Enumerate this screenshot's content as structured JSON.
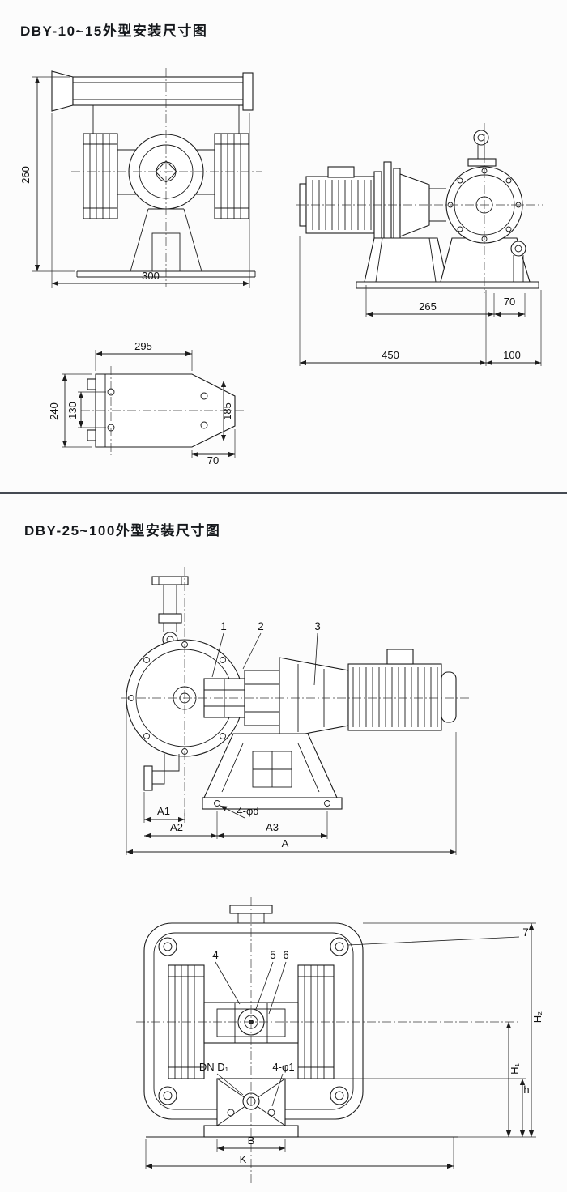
{
  "page": {
    "bg_color": "#fcfcfc",
    "divider_color": "#454a52",
    "line_color": "#1c1c1c"
  },
  "section1": {
    "title": "DBY-10~15外型安装尺寸图",
    "front": {
      "dim_height": "260",
      "dim_width": "300"
    },
    "side": {
      "dim_depth": "265",
      "dim_offset": "70",
      "dim_length": "450",
      "dim_overhang": "100"
    },
    "plan": {
      "dim_width": "295",
      "dim_height": "240",
      "dim_hole_span": "130",
      "dim_right": "185",
      "dim_chamfer": "70"
    }
  },
  "section2": {
    "title": "DBY-25~100外型安装尺寸图",
    "side": {
      "callout_1": "1",
      "callout_2": "2",
      "callout_3": "3",
      "dim_a1": "A1",
      "dim_a2": "A2",
      "dim_a3": "A3",
      "dim_a": "A",
      "hole_note": "4-φd"
    },
    "front": {
      "callout_4": "4",
      "callout_5": "5",
      "callout_6": "6",
      "callout_7": "7",
      "dim_h2": "H₂",
      "dim_h1": "H₁",
      "dim_h": "h",
      "dim_b": "B",
      "dim_k": "K",
      "port_note": "DN D₁",
      "hole_note": "4-φ1"
    }
  }
}
